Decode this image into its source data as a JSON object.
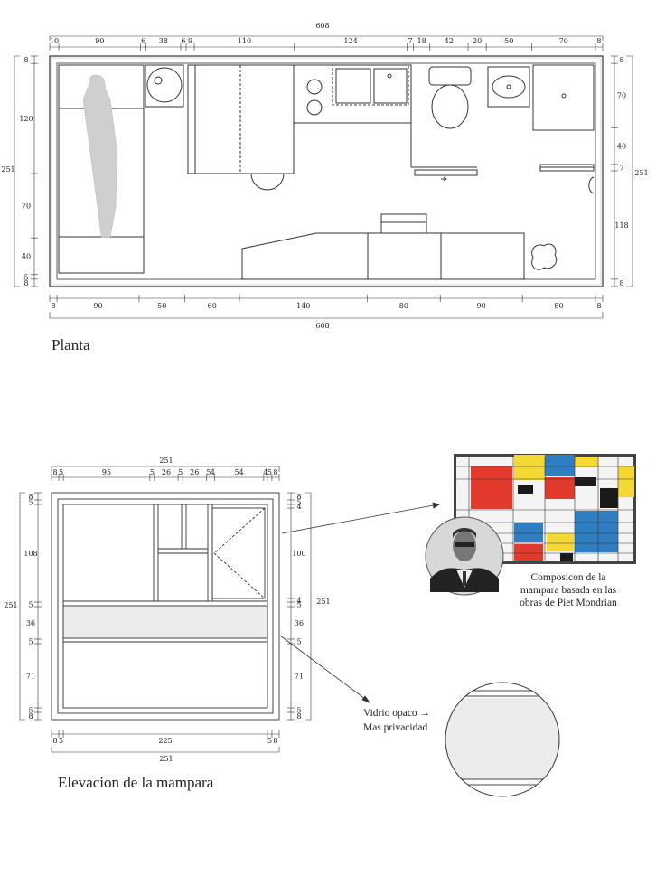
{
  "plan": {
    "title": "Planta",
    "total_top": "608",
    "top_segments": [
      "10",
      "90",
      "6",
      "38",
      "6",
      "9",
      "110",
      "124",
      "7",
      "18",
      "42",
      "20",
      "50",
      "70",
      "8"
    ],
    "total_bottom": "608",
    "bottom_segments": [
      "8",
      "90",
      "50",
      "60",
      "140",
      "80",
      "90",
      "80",
      "8"
    ],
    "left_total": "251",
    "left_segments": [
      "8",
      "120",
      "70",
      "40",
      "5",
      "8"
    ],
    "right_total": "251",
    "right_segments": [
      "8",
      "70",
      "40",
      "7",
      "118",
      "8"
    ]
  },
  "elevation": {
    "title": "Elevacion de la mampara",
    "total_top": "251",
    "top_segments": [
      "8",
      "5",
      "95",
      "5",
      "26",
      "5",
      "26",
      "5",
      "4",
      "54",
      "4",
      "5",
      "8"
    ],
    "total_bottom": "251",
    "bottom_segments": [
      "8",
      "5",
      "225",
      "5",
      "8"
    ],
    "left_total": "251",
    "left_segments": [
      "8",
      "5",
      "108",
      "5",
      "36",
      "5",
      "71",
      "5",
      "8"
    ],
    "right_total": "251",
    "right_segments": [
      "8",
      "5",
      "4",
      "100",
      "4",
      "5",
      "36",
      "5",
      "71",
      "5",
      "8"
    ]
  },
  "annotations": {
    "mondrian_caption": [
      "Composicon de la",
      "mampara basada en las",
      "obras de Piet Mondrian"
    ],
    "glass_note": [
      "Vidrio opaco →",
      "Mas privacidad"
    ]
  },
  "colors": {
    "mondrian_red": "#e23a2c",
    "mondrian_yellow": "#f4d935",
    "mondrian_blue": "#2f7ec2",
    "mondrian_black": "#1a1a1a",
    "frosted_glass": "#ececec"
  }
}
